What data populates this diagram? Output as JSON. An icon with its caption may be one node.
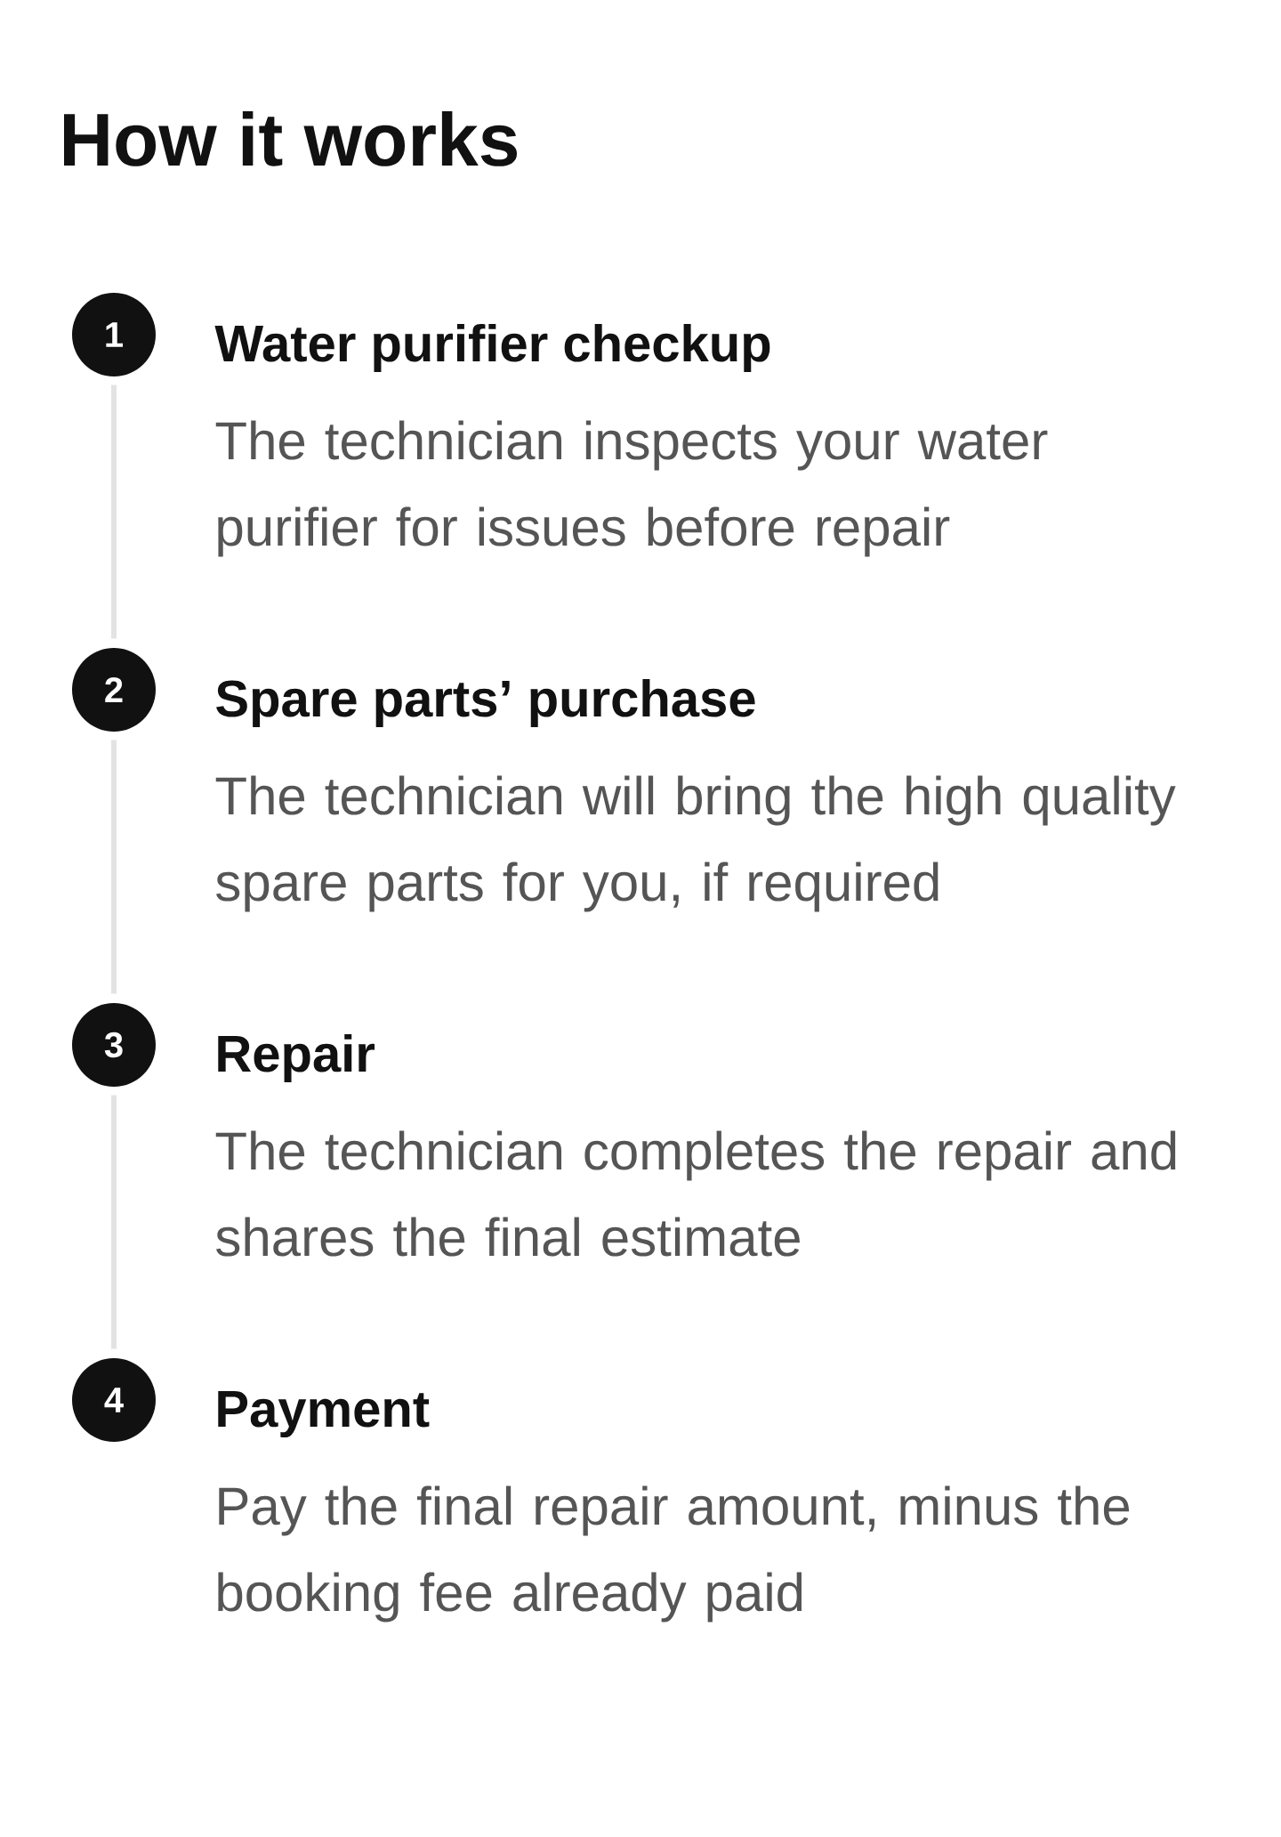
{
  "diagram": {
    "title": "How it works",
    "nodes": [
      {
        "text": [
          "1"
        ],
        "beside": [
          "Water purifier checkup",
          "The technician inspects your water purifier for issues before repair"
        ]
      },
      {
        "text": [
          "2"
        ],
        "beside": [
          "Spare parts’ purchase",
          "The technician will bring the high quality spare parts for you, if required"
        ]
      },
      {
        "text": [
          "3"
        ],
        "beside": [
          "Repair",
          "The technician completes the repair and shares the final estimate"
        ]
      },
      {
        "text": [
          "4"
        ],
        "beside": [
          "Payment",
          "Pay the final repair amount, minus the booking fee already paid"
        ]
      }
    ],
    "edges": [
      {
        "from": 0,
        "to": 1,
        "arrow": "none"
      },
      {
        "from": 1,
        "to": 2,
        "arrow": "none"
      },
      {
        "from": 2,
        "to": 3,
        "arrow": "none"
      }
    ]
  }
}
